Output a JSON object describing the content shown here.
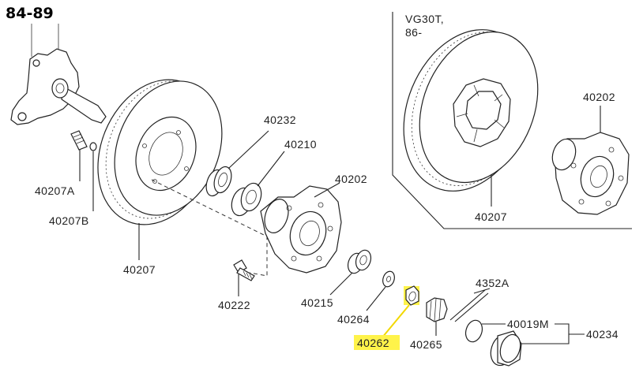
{
  "header": {
    "year_range": "84-89"
  },
  "variant_note": {
    "line1": "VG30T,",
    "line2": "86-"
  },
  "labels": {
    "p40232": "40232",
    "p40210": "40210",
    "p40202_main": "40202",
    "p40207A": "40207A",
    "p40207B": "40207B",
    "p40207_main": "40207",
    "p40222": "40222",
    "p40215": "40215",
    "p40264": "40264",
    "p40262": "40262",
    "p40265": "40265",
    "p4352A": "4352A",
    "p40019M": "40019M",
    "p40234": "40234",
    "p40202_inset": "40202",
    "p40207_inset": "40207"
  },
  "highlight": {
    "part": "40262",
    "color": "#fff34a"
  }
}
